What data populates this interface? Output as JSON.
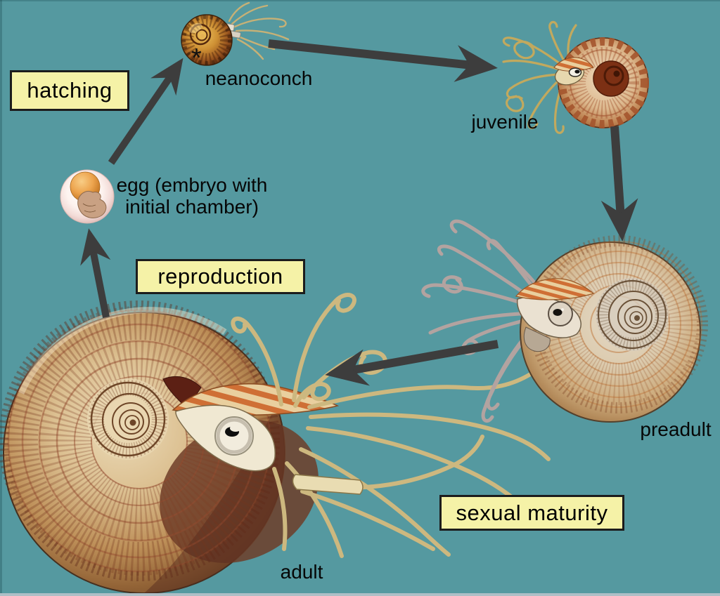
{
  "diagram": {
    "type": "life-cycle",
    "subject": "ammonite",
    "process_labels": {
      "hatching": "hatching",
      "reproduction": "reproduction",
      "sexual_maturity": "sexual maturity"
    },
    "stage_labels": {
      "egg": "egg (embryo with\ninitial chamber)",
      "neanoconch": "neanoconch",
      "neanoconch_marker": "*",
      "juvenile": "juvenile",
      "preadult": "preadult",
      "adult": "adult"
    },
    "cycle_order": [
      "egg",
      "neanoconch",
      "juvenile",
      "preadult",
      "adult"
    ],
    "colors": {
      "background": "#5599A0",
      "arrow": "#3D3D3D",
      "label_box_fill": "#F5F2A7",
      "label_box_border": "#1C1C1C",
      "label_text": "#000000",
      "bottom_edge_strip": "#AEBFC6"
    }
  }
}
